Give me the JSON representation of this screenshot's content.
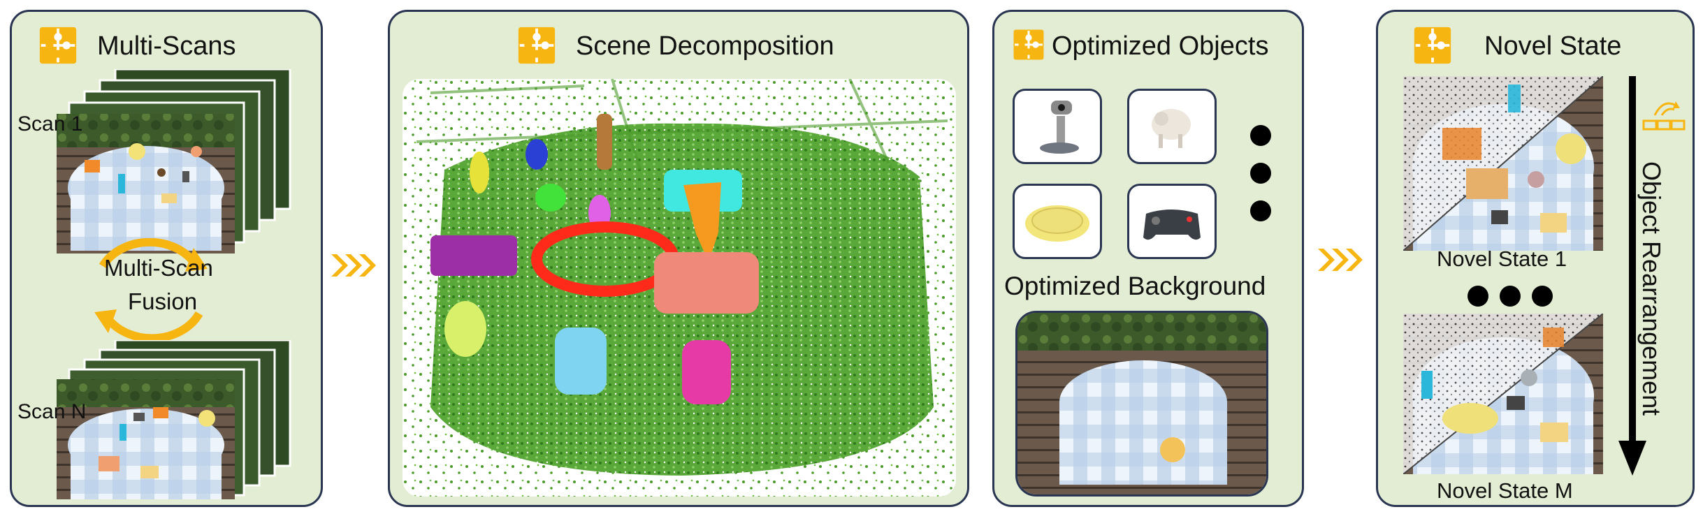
{
  "panels": {
    "multi_scans": {
      "title": "Multi-Scans",
      "scan_1_label": "Scan 1",
      "scan_n_label": "Scan N",
      "fusion_line1": "Multi-Scan",
      "fusion_line2": "Fusion"
    },
    "scene_decomposition": {
      "title": "Scene Decomposition"
    },
    "optimized": {
      "title": "Optimized Objects",
      "background_label": "Optimized Background"
    },
    "novel_state": {
      "title": "Novel State",
      "state_1_label": "Novel State 1",
      "state_m_label": "Novel State M",
      "rearrangement_label": "Object Rearrangement"
    }
  },
  "colors": {
    "panel_fill": "#e3edd3",
    "panel_border": "#2a3552",
    "accent_orange": "#f7b512",
    "point_cloud_green": "#3f9b22"
  },
  "icons": [
    "puzzle-icon",
    "chevron-arrow-icon",
    "rearrange-icon",
    "ellipsis-dots"
  ]
}
